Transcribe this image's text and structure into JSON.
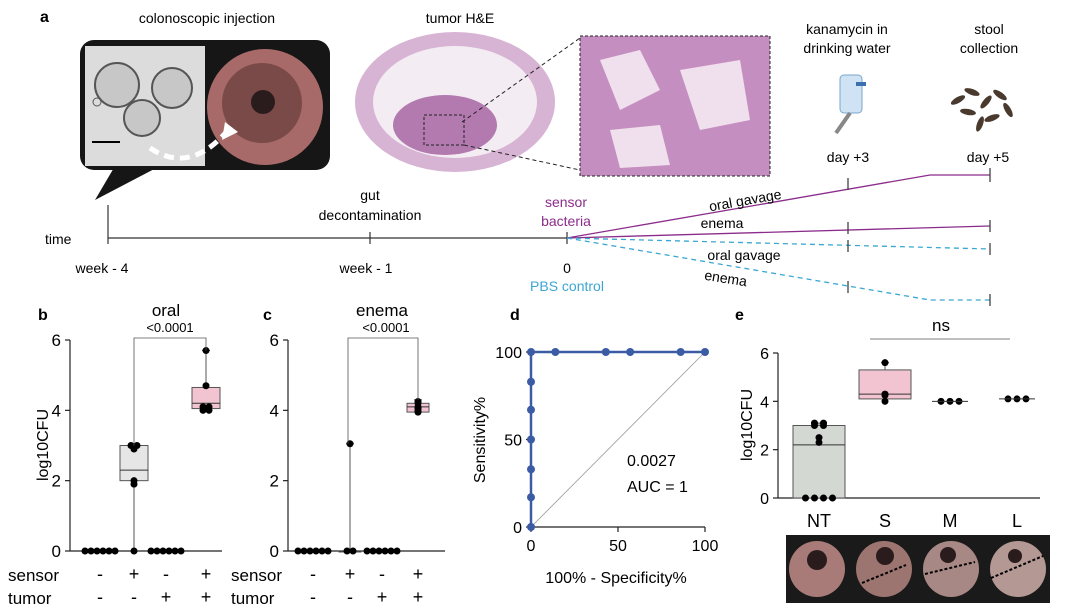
{
  "panel_labels": {
    "a": "a",
    "b": "b",
    "c": "c",
    "d": "d",
    "e": "e"
  },
  "panel_a": {
    "label_injection": "colonoscopic injection",
    "label_he": "tumor H&E",
    "label_kana_1": "kanamycin in",
    "label_kana_2": "drinking water",
    "label_stool_1": "stool",
    "label_stool_2": "collection",
    "day3": "day +3",
    "day5": "day +5",
    "time_label": "time",
    "gut_1": "gut",
    "gut_2": "decontamination",
    "sensor_1": "sensor",
    "sensor_2": "bacteria",
    "week4": "week - 4",
    "week1": "week - 1",
    "zero": "0",
    "pbs": "PBS control",
    "branch_oral_1": "oral gavage",
    "branch_enema_1": "enema",
    "branch_oral_2": "oral gavage",
    "branch_enema_2": "enema"
  },
  "chart_data": [
    {
      "panel": "b",
      "type": "box",
      "title": "oral",
      "ylabel": "log10CFU",
      "ylim": [
        0,
        6
      ],
      "yticks": [
        "0",
        "2",
        "4",
        "6"
      ],
      "pvalue": "<0.0001",
      "row_labels": [
        "sensor",
        "tumor"
      ],
      "groups": [
        {
          "sensor": "-",
          "tumor": "-",
          "points": [
            0,
            0,
            0,
            0,
            0,
            0
          ],
          "box": null
        },
        {
          "sensor": "+",
          "tumor": "-",
          "points": [
            3.0,
            3.0,
            2.9,
            2.0,
            1.9,
            0
          ],
          "box": {
            "min": 0,
            "q1": 2.0,
            "median": 2.3,
            "q3": 3.0,
            "max": 3.0,
            "color": "#e6e6e6"
          }
        },
        {
          "sensor": "-",
          "tumor": "+",
          "points": [
            0,
            0,
            0,
            0,
            0,
            0
          ],
          "box": null
        },
        {
          "sensor": "+",
          "tumor": "+",
          "points": [
            5.7,
            4.7,
            4.1,
            4.1,
            4.0,
            4.0
          ],
          "box": {
            "min": 4.0,
            "q1": 4.05,
            "median": 4.2,
            "q3": 4.65,
            "max": 5.7,
            "color": "#f2c4d2"
          }
        }
      ]
    },
    {
      "panel": "c",
      "type": "box",
      "title": "enema",
      "ylabel": "",
      "ylim": [
        0,
        6
      ],
      "yticks": [
        "0",
        "2",
        "4",
        "6"
      ],
      "pvalue": "<0.0001",
      "row_labels": [
        "sensor",
        "tumor"
      ],
      "groups": [
        {
          "sensor": "-",
          "tumor": "-",
          "points": [
            0,
            0,
            0,
            0,
            0,
            0
          ],
          "box": null
        },
        {
          "sensor": "+",
          "tumor": "-",
          "points": [
            3.05,
            0,
            0
          ],
          "box": {
            "min": 0,
            "q1": 0,
            "median": 0,
            "q3": 0,
            "max": 3.05,
            "color": "#e6e6e6"
          }
        },
        {
          "sensor": "-",
          "tumor": "+",
          "points": [
            0,
            0,
            0,
            0,
            0,
            0
          ],
          "box": null
        },
        {
          "sensor": "+",
          "tumor": "+",
          "points": [
            4.25,
            4.2,
            4.1,
            4.05,
            4.0,
            3.95
          ],
          "box": {
            "min": 3.9,
            "q1": 3.95,
            "median": 4.1,
            "q3": 4.2,
            "max": 4.3,
            "color": "#f2c4d2"
          }
        }
      ]
    },
    {
      "panel": "d",
      "type": "line",
      "xlabel": "100% - Specificity%",
      "ylabel": "Sensitivity%",
      "xlim": [
        0,
        100
      ],
      "ylim": [
        0,
        100
      ],
      "xticks": [
        "0",
        "50",
        "100"
      ],
      "yticks": [
        "0",
        "50",
        "100"
      ],
      "series": [
        {
          "x": [
            0,
            0,
            0,
            0,
            0,
            0,
            0,
            14,
            43,
            57,
            86,
            100
          ],
          "y": [
            0,
            17,
            33,
            50,
            67,
            83,
            100,
            100,
            100,
            100,
            100,
            100
          ],
          "color": "#3b5ba5"
        }
      ],
      "pvalue": "0.0027",
      "auc": "AUC = 1"
    },
    {
      "panel": "e",
      "type": "box",
      "ylabel": "log10CFU",
      "ylim": [
        0,
        6
      ],
      "yticks": [
        "0",
        "2",
        "4",
        "6"
      ],
      "categories": [
        "NT",
        "S",
        "M",
        "L"
      ],
      "annotation": "ns",
      "groups": [
        {
          "points": [
            3.1,
            3.1,
            3.0,
            3.0,
            2.5,
            2.3,
            0,
            0,
            0,
            0
          ],
          "box": {
            "min": 0,
            "q1": 0,
            "median": 2.2,
            "q3": 3.0,
            "max": 3.1,
            "color": "#d4d8d2"
          }
        },
        {
          "points": [
            5.6,
            4.3,
            4.25,
            4.0
          ],
          "box": {
            "min": 4.0,
            "q1": 4.1,
            "median": 4.3,
            "q3": 5.3,
            "max": 5.6,
            "color": "#f2c4d2"
          }
        },
        {
          "points": [
            4.0,
            4.0,
            4.0
          ],
          "box": null
        },
        {
          "points": [
            4.1,
            4.1,
            4.1
          ],
          "box": null
        }
      ]
    }
  ],
  "colors": {
    "purple": "#8b2c8c",
    "blue": "#3ba7d1",
    "roc": "#3b5ba5"
  }
}
